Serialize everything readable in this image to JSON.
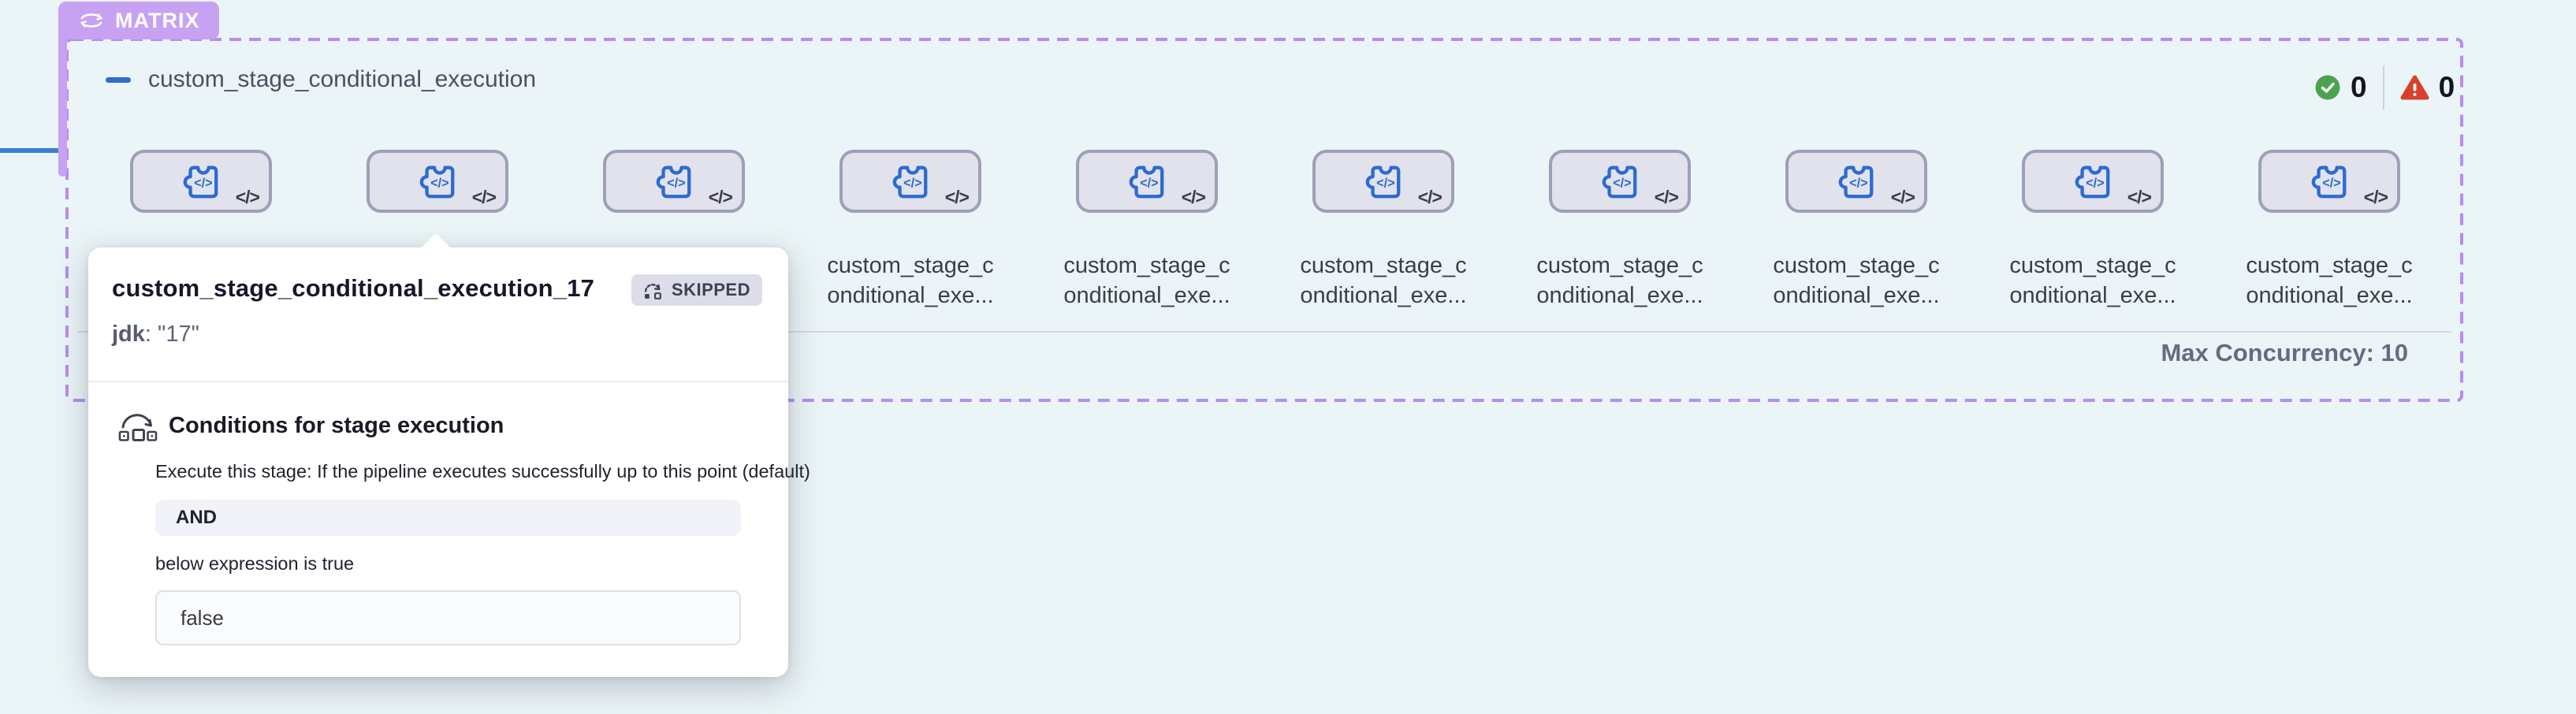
{
  "matrix": {
    "badge_label": "MATRIX",
    "group_title": "custom_stage_conditional_execution",
    "success_count": "0",
    "warning_count": "0",
    "max_concurrency_label": "Max Concurrency: 10",
    "border_color": "#b68cf5",
    "badge_color": "#c7a2f3"
  },
  "stages": [
    {
      "label_lines": []
    },
    {
      "label_lines": []
    },
    {
      "label_lines": []
    },
    {
      "label_lines": [
        "custom_stage_c",
        "onditional_exe..."
      ]
    },
    {
      "label_lines": [
        "custom_stage_c",
        "onditional_exe..."
      ]
    },
    {
      "label_lines": [
        "custom_stage_c",
        "onditional_exe..."
      ]
    },
    {
      "label_lines": [
        "custom_stage_c",
        "onditional_exe..."
      ]
    },
    {
      "label_lines": [
        "custom_stage_c",
        "onditional_exe..."
      ]
    },
    {
      "label_lines": [
        "custom_stage_c",
        "onditional_exe..."
      ]
    },
    {
      "label_lines": [
        "custom_stage_c",
        "onditional_exe..."
      ]
    }
  ],
  "stage_code_glyph": "</>",
  "tooltip": {
    "title": "custom_stage_conditional_execution_17",
    "status_label": "SKIPPED",
    "param_key": "jdk",
    "param_rest": ": \"17\"",
    "conditions": {
      "heading": "Conditions for stage execution",
      "default_line": "Execute this stage: If the pipeline executes successfully up to this point (default)",
      "operator": "AND",
      "caption": "below expression is true",
      "expression": "false"
    }
  },
  "status_colors": {
    "success_green": "#4ca250",
    "error_red": "#d8402c",
    "stage_blue": "#2c6bd1",
    "connector_blue": "#3d7cd3"
  }
}
